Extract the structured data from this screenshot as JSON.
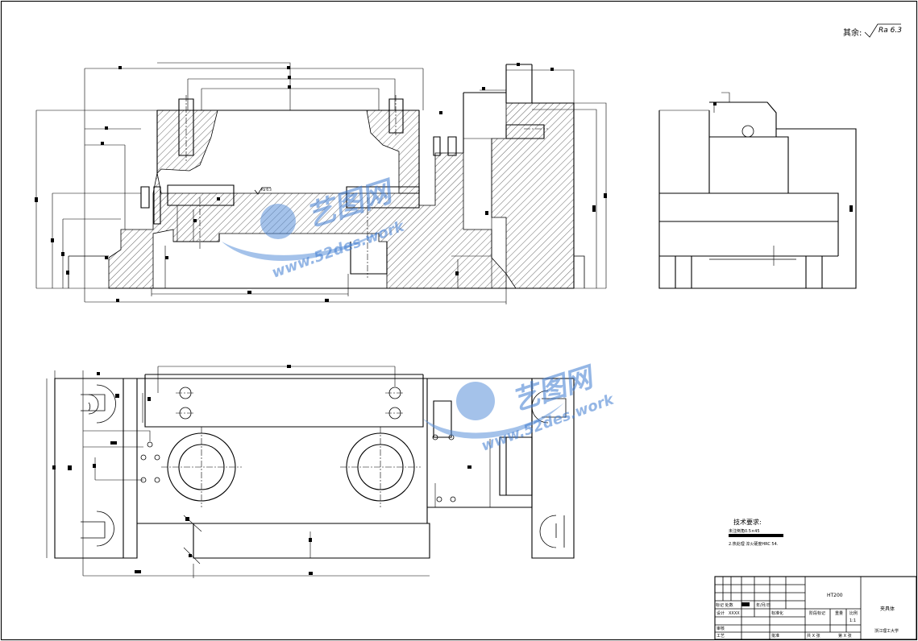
{
  "surface_note": {
    "prefix": "其余:",
    "symbol_label": "Ra 6.3"
  },
  "roughness_small": "Ra 6.3",
  "technical_requirements": {
    "title": "技术要求:",
    "item1": "未注倒角0.5×45",
    "item2": "2.热处理 淬火硬度HRC 54."
  },
  "title_block": {
    "material": "HT200",
    "part_name": "夹具体",
    "school": "浙江理工大学",
    "scale_label": "比例",
    "scale": "1:1",
    "weight_label": "重量",
    "stage_label": "阶段标记",
    "rows": {
      "revision": "标记 处数",
      "design_label": "设计",
      "design_name": "XXXX",
      "standardize": "标准化",
      "process": "工艺",
      "review": "审核",
      "approve": "批准"
    },
    "date_label": "年/月/日",
    "sheet_total": "共 X 张",
    "sheet_no": "第 X 张"
  },
  "watermark": {
    "brand": "艺图网",
    "url": "www.52des.work"
  },
  "colors": {
    "line": "#000000",
    "watermark": "#3e7bd0"
  }
}
